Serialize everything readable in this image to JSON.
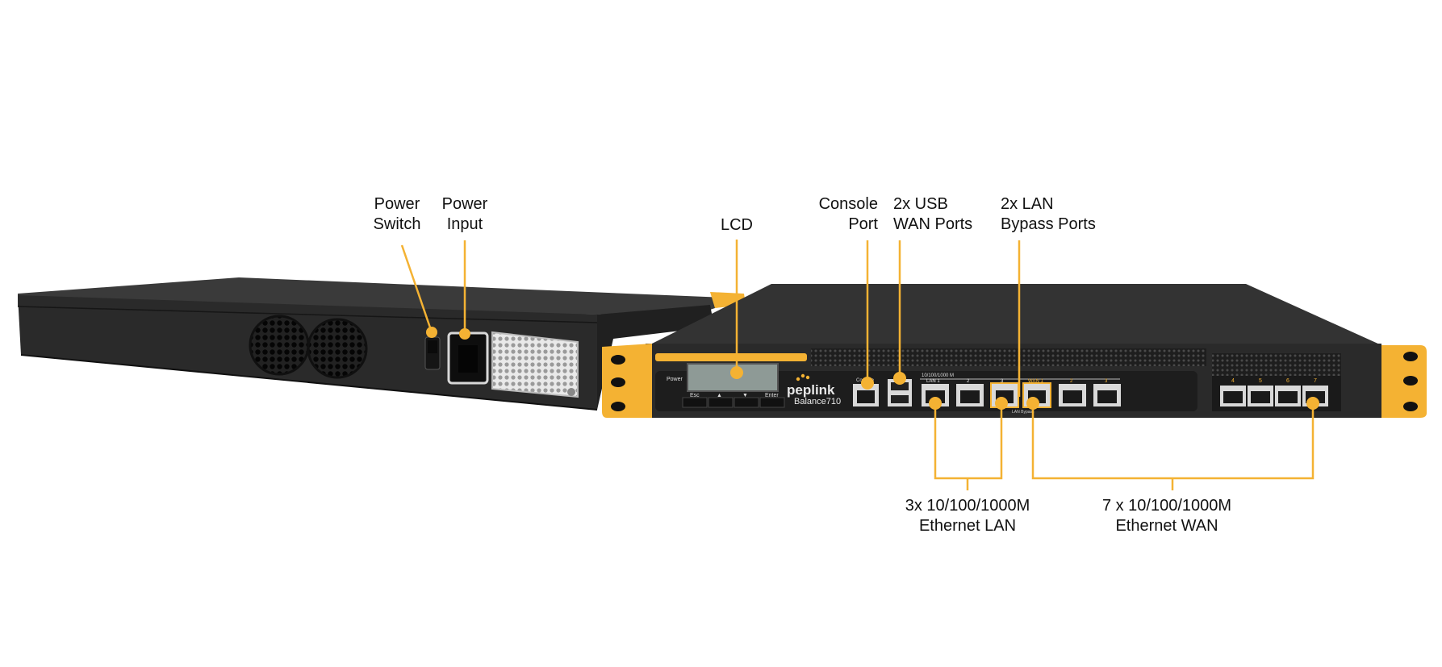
{
  "callouts": {
    "power_switch": {
      "line1": "Power",
      "line2": "Switch"
    },
    "power_input": {
      "line1": "Power",
      "line2": "Input"
    },
    "lcd": "LCD",
    "console_port": {
      "line1": "Console",
      "line2": "Port"
    },
    "usb_wan": {
      "line1": "2x USB",
      "line2": "WAN Ports"
    },
    "lan_bypass": {
      "line1": "2x LAN",
      "line2": "Bypass Ports"
    },
    "ethernet_lan": {
      "line1": "3x 10/100/1000M",
      "line2": "Ethernet LAN"
    },
    "ethernet_wan": {
      "line1": "7 x 10/100/1000M",
      "line2": "Ethernet WAN"
    }
  },
  "panel": {
    "power_text": "Power",
    "buttons": [
      "Esc",
      "▲",
      "▼",
      "Enter"
    ],
    "brand": "peplink",
    "model": "Balance710",
    "speed_label": "10/100/1000 M",
    "console_small": "Console",
    "lan_port_labels": [
      "LAN 1",
      "2",
      "3"
    ],
    "wan_port_labels": [
      "WAN 1",
      "2",
      "3"
    ],
    "wan_right_labels": [
      "4",
      "5",
      "6",
      "7"
    ],
    "bypass_small": "LAN Bypass"
  },
  "colors": {
    "accent": "#f4b233",
    "chassis": "#2b2b2b",
    "chassis_dark": "#1c1c1c",
    "background": "#ffffff"
  }
}
